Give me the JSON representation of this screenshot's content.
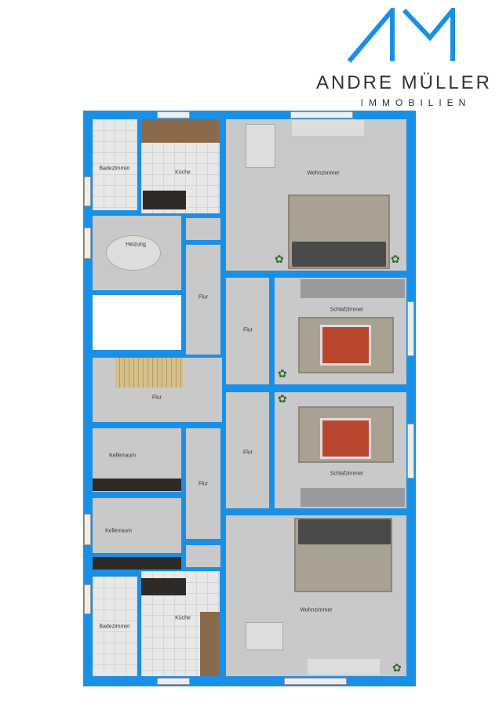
{
  "logo": {
    "monogram": "AM",
    "brand": "ANDRE MÜLLER",
    "subtitle": "IMMOBILIEN",
    "color": "#1a8fe6"
  },
  "rooms": {
    "bad_top": "Badezimmer",
    "kueche_top": "Küche",
    "wohn_top": "Wohnzimmer",
    "heizung": "Heizung",
    "flur_small_top": "Flur",
    "flur_center_top": "Flur",
    "schlaf_1": "Schlafzimmer",
    "flur_big": "Flur",
    "keller_1": "Kellerraum",
    "flur_mid": "Flur",
    "flur_center_bottom": "Flur",
    "schlaf_2": "Schlafzimmer",
    "keller_2": "Kellerraum",
    "bad_bottom": "Badezimmer",
    "kueche_bottom": "Küche",
    "wohn_bottom": "Wohnzimmer"
  }
}
